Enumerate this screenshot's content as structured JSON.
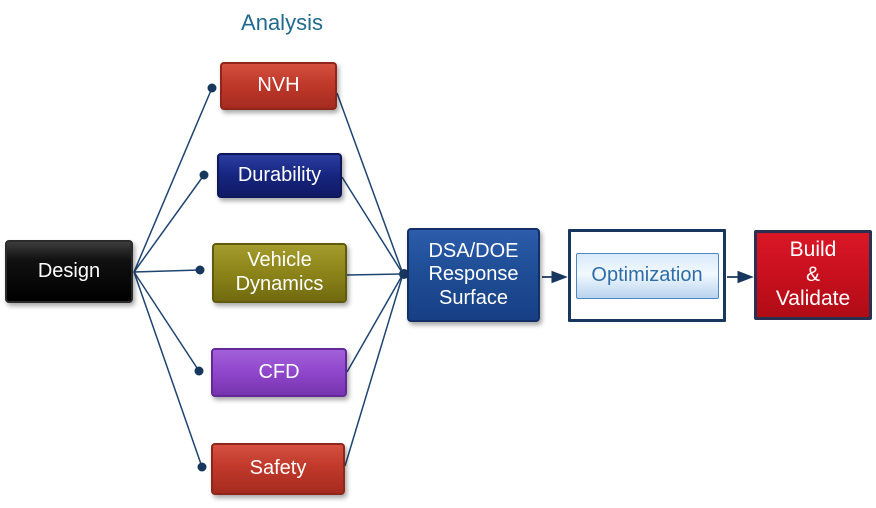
{
  "diagram": {
    "column_label": "Analysis",
    "nodes": {
      "design": {
        "label": "Design",
        "color": "#000000"
      },
      "nvh": {
        "label": "NVH",
        "color": "#c0392b"
      },
      "durability": {
        "label": "Durability",
        "color": "#16257f"
      },
      "vehicle_dynamics": {
        "lines": [
          "Vehicle",
          "Dynamics"
        ],
        "color": "#8c8419"
      },
      "cfd": {
        "label": "CFD",
        "color": "#8f46cb"
      },
      "safety": {
        "label": "Safety",
        "color": "#c0392b"
      },
      "dsa_doe": {
        "lines": [
          "DSA/DOE",
          "Response",
          "Surface"
        ],
        "color": "#1f4e96"
      },
      "optimization": {
        "label": "Optimization",
        "fill": "#d9eafa",
        "text_color": "#2e6da8",
        "frame_color": "#17375e"
      },
      "build_validate": {
        "lines": [
          "Build",
          "&",
          "Validate"
        ],
        "color": "#c8101e"
      }
    },
    "connector_color": "#1f4472",
    "dot_color": "#17375e",
    "analysis_label_color": "#20698f"
  }
}
